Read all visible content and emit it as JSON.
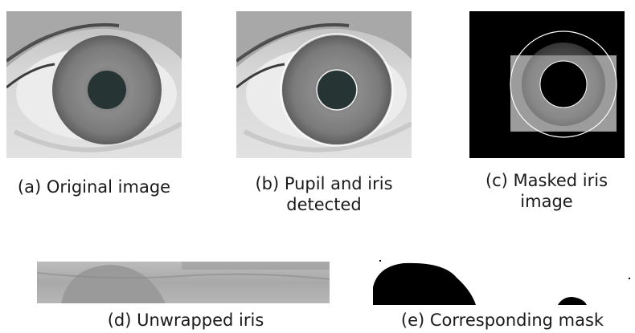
{
  "panels": [
    {
      "caption_line1": "(a) Original image",
      "caption_line2": ""
    },
    {
      "caption_line1": "(b) Pupil and iris",
      "caption_line2": "detected"
    },
    {
      "caption_line1": "(c) Masked iris",
      "caption_line2": "image"
    },
    {
      "caption_line1": "(d) Unwrapped iris",
      "caption_line2": ""
    },
    {
      "caption_line1": "(e) Corresponding mask",
      "caption_line2": ""
    }
  ]
}
